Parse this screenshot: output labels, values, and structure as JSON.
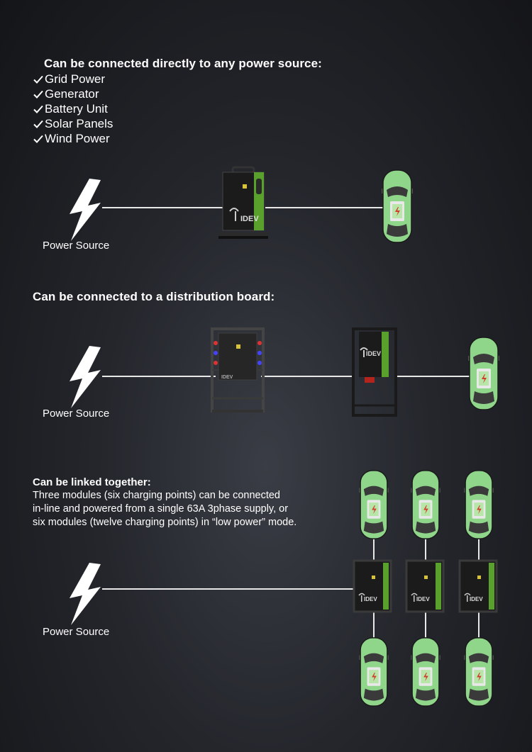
{
  "section1": {
    "heading": "Can be connected directly to any power source:",
    "sources": [
      "Grid Power",
      "Generator",
      "Battery Unit",
      "Solar Panels",
      "Wind Power"
    ],
    "power_label": "Power Source"
  },
  "section2": {
    "heading": "Can be connected to a distribution board:",
    "power_label": "Power Source"
  },
  "section3": {
    "heading": "Can be linked together:",
    "description_lines": [
      "Three modules (six charging points) can be connected",
      "in-line and powered from a single 63A 3phase supply, or",
      "six modules (twelve charging points) in “low power” mode."
    ],
    "power_label": "Power Source"
  },
  "brand": "IDEV",
  "colors": {
    "accent_green": "#7dbb3a",
    "car_green": "#8fd58a",
    "unit_dark": "#1c1c1c",
    "background": "#1d1f24"
  }
}
